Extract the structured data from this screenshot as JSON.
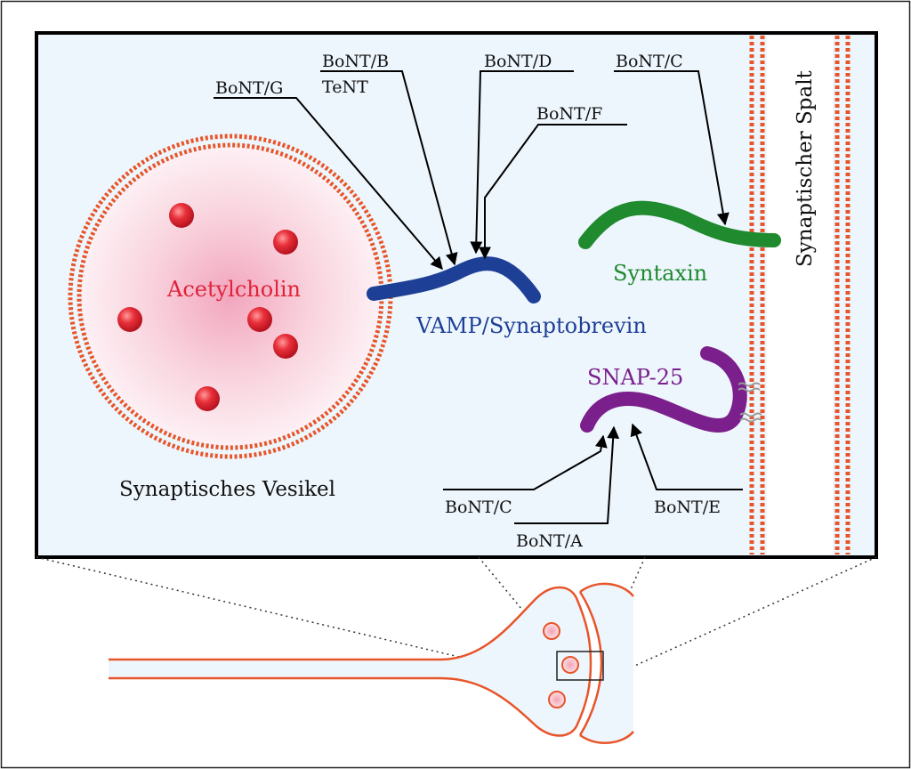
{
  "labels": {
    "vesicle": "Synaptisches Vesikel",
    "neurotransmitter": "Acetylcholin",
    "cleft": "Synaptischer Spalt"
  },
  "proteins": {
    "vamp": "VAMP/Synaptobrevin",
    "syntaxin": "Syntaxin",
    "snap25": "SNAP-25"
  },
  "toxins": {
    "bont_g": "BoNT/G",
    "bont_b": "BoNT/B",
    "tent": "TeNT",
    "bont_d": "BoNT/D",
    "bont_f": "BoNT/F",
    "bont_c_syntaxin": "BoNT/C",
    "bont_c_snap": "BoNT/C",
    "bont_a": "BoNT/A",
    "bont_e": "BoNT/E"
  },
  "colors": {
    "membrane": "#e8552a",
    "vamp": "#1e3f96",
    "syntaxin": "#1f8a2e",
    "snap25": "#7a1f8c",
    "neurotransmitter": "#e0223a",
    "panel_bg": "#eef6fd"
  }
}
